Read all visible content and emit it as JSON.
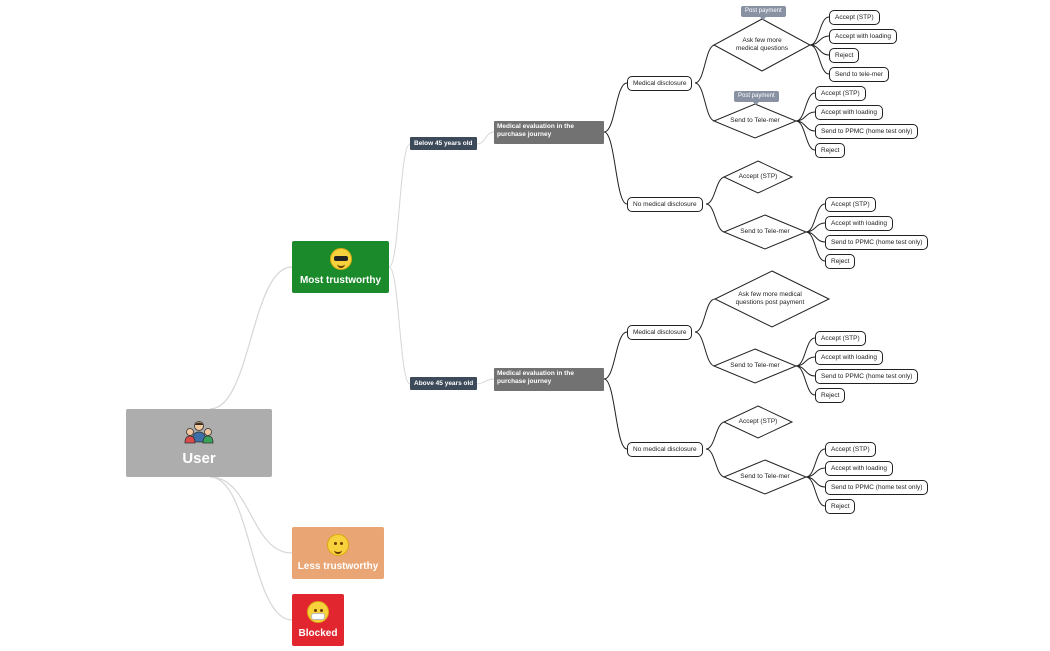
{
  "root": {
    "label": "User",
    "icon": "family-icon"
  },
  "groups": {
    "most": {
      "label": "Most trustworthy",
      "icon": "sunglasses-face-icon"
    },
    "less": {
      "label": "Less trustworthy",
      "icon": "smiling-face-icon"
    },
    "blocked": {
      "label": "Blocked",
      "icon": "mask-face-icon"
    }
  },
  "age": {
    "below": "Below 45 years old",
    "above": "Above 45 years old"
  },
  "eval": {
    "top": "Medical evaluation in the purchase journey",
    "bottom": "Medical evaluation in the purchase journey"
  },
  "top": {
    "md": "Medical disclosure",
    "nmd": "No medical disclosure",
    "ask": [
      "Ask few more",
      "medical questions"
    ],
    "tag1": "Post payment",
    "tag2": "Post payment",
    "send1": "Send to Tele-mer",
    "accept": "Accept (STP)",
    "send2": "Send to Tele-mer",
    "ask_out": [
      "Accept (STP)",
      "Accept with loading",
      "Reject",
      "Send to tele-mer"
    ],
    "send1_out": [
      "Accept (STP)",
      "Accept with loading",
      "Send to PPMC (home test only)",
      "Reject"
    ],
    "send2_out": [
      "Accept (STP)",
      "Accept with loading",
      "Send to PPMC (home test only)",
      "Reject"
    ]
  },
  "bottom": {
    "md": "Medical disclosure",
    "nmd": "No medical disclosure",
    "ask": [
      "Ask few more medical",
      "questions post payment"
    ],
    "send1": "Send to Tele-mer",
    "accept": "Accept (STP)",
    "send2": "Send to Tele-mer",
    "send1_out": [
      "Accept (STP)",
      "Accept with loading",
      "Send to PPMC (home test only)",
      "Reject"
    ],
    "send2_out": [
      "Accept (STP)",
      "Accept with loading",
      "Send to PPMC (home test only)",
      "Reject"
    ]
  }
}
